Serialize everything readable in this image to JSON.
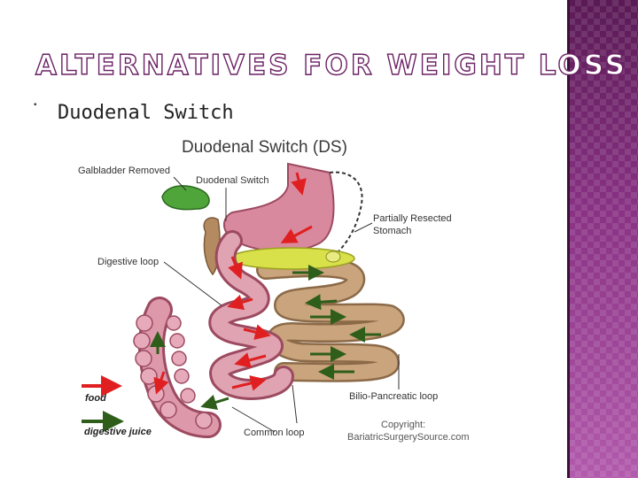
{
  "slide": {
    "title": "Alternatives for weight loss",
    "bullet": "Duodenal Switch"
  },
  "diagram": {
    "title": "Duodenal Switch (DS)",
    "labels": {
      "gallbladder": "Galbladder Removed",
      "duodenal_switch": "Duodenal Switch",
      "resected_1": "Partially Resected",
      "resected_2": "Stomach",
      "digestive_loop": "Digestive loop",
      "bilio": "Bilio-Pancreatic loop",
      "common": "Common loop"
    },
    "legend": {
      "food": "food",
      "juice": "digestive juice"
    },
    "copyright_1": "Copyright:",
    "copyright_2": "BariatricSurgerySource.com"
  },
  "colors": {
    "accent": "#6a1f63",
    "food_arrow": "#e02020",
    "juice_arrow": "#2e5e1a",
    "intestine_pink": "#d98a9e",
    "intestine_tan": "#b8926a"
  }
}
